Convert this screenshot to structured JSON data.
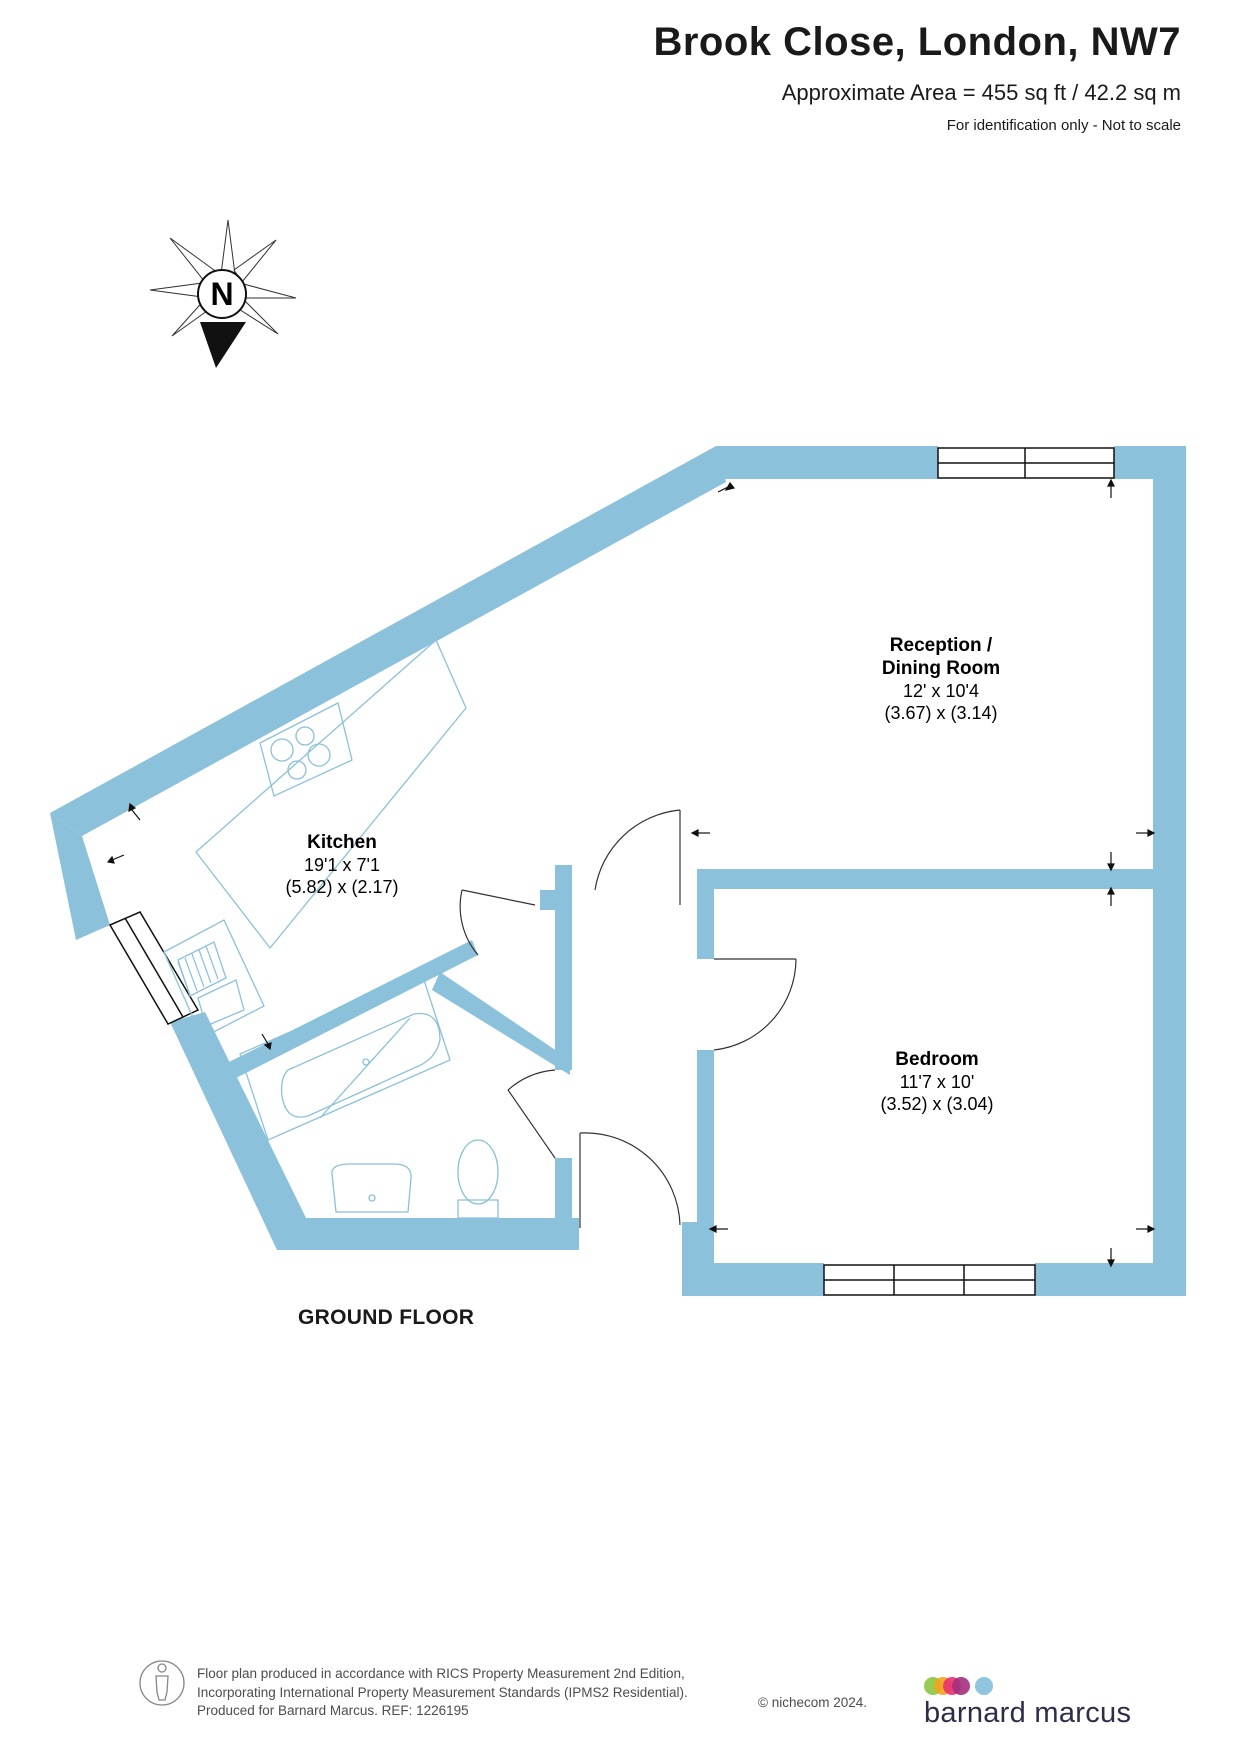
{
  "header": {
    "title": "Brook Close, London, NW7",
    "area": "Approximate Area = 455 sq ft / 42.2 sq m",
    "note": "For identification only - Not to scale"
  },
  "compass": {
    "label": "N"
  },
  "rooms": {
    "reception": {
      "name_line1": "Reception /",
      "name_line2": "Dining Room",
      "dim_imperial": "12' x 10'4",
      "dim_metric": "(3.67) x (3.14)"
    },
    "kitchen": {
      "name": "Kitchen",
      "dim_imperial": "19'1 x 7'1",
      "dim_metric": "(5.82) x (2.17)"
    },
    "bedroom": {
      "name": "Bedroom",
      "dim_imperial": "11'7 x 10'",
      "dim_metric": "(3.52) x (3.04)"
    }
  },
  "floor_label": "GROUND FLOOR",
  "footer": {
    "line1": "Floor plan produced in accordance with RICS Property Measurement 2nd Edition,",
    "line2": "Incorporating International Property Measurement Standards (IPMS2 Residential).",
    "line3": "Produced for Barnard Marcus.   REF:  1226195",
    "copyright": "© nichecom 2024."
  },
  "brand": {
    "name": "barnard marcus",
    "dot_colors": [
      "#8cc63f",
      "#f6a21d",
      "#e8316f",
      "#a32f7e",
      "#8fc5de"
    ]
  },
  "colors": {
    "wall": "#8bc1da",
    "fixture": "#8bc1da",
    "text": "#1a1a1a"
  }
}
